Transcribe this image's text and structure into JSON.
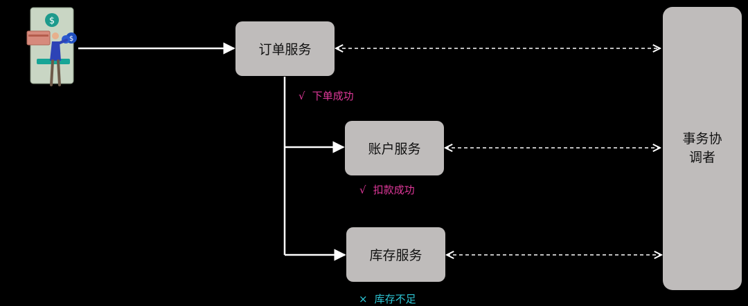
{
  "services": {
    "order": "订单服务",
    "account": "账户服务",
    "stock": "库存服务",
    "coordinator": "事务协调者"
  },
  "statuses": {
    "order": {
      "mark": "√",
      "text": "下单成功"
    },
    "account": {
      "mark": "√",
      "text": "扣款成功"
    },
    "stock": {
      "mark": "×",
      "text": "库存不足"
    }
  },
  "colors": {
    "success": "#e0389a",
    "failure": "#2ec9d9",
    "box": "#bfbcbb",
    "arrow": "#ffffff"
  },
  "icons": {
    "user": "user-paying-on-phone-icon"
  }
}
